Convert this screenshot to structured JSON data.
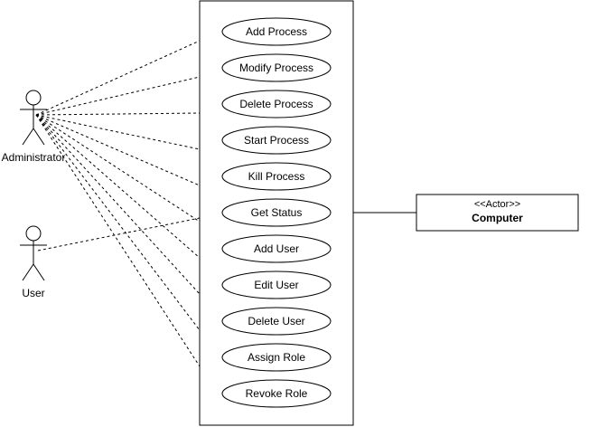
{
  "actors": [
    {
      "id": "administrator",
      "label": "Administrator"
    },
    {
      "id": "user",
      "label": "User"
    }
  ],
  "use_cases": [
    {
      "id": "add-process",
      "label": "Add Process"
    },
    {
      "id": "modify-process",
      "label": "Modify Process"
    },
    {
      "id": "delete-process",
      "label": "Delete Process"
    },
    {
      "id": "start-process",
      "label": "Start Process"
    },
    {
      "id": "kill-process",
      "label": "Kill Process"
    },
    {
      "id": "get-status",
      "label": "Get Status"
    },
    {
      "id": "add-user",
      "label": "Add User"
    },
    {
      "id": "edit-user",
      "label": "Edit User"
    },
    {
      "id": "delete-user",
      "label": "Delete User"
    },
    {
      "id": "assign-role",
      "label": "Assign Role"
    },
    {
      "id": "revoke-role",
      "label": "Revoke Role"
    }
  ],
  "external_system": {
    "stereotype": "<<Actor>>",
    "name": "Computer"
  },
  "associations": [
    {
      "from": "administrator",
      "to": "add-process",
      "style": "dashed"
    },
    {
      "from": "administrator",
      "to": "modify-process",
      "style": "dashed"
    },
    {
      "from": "administrator",
      "to": "delete-process",
      "style": "dashed"
    },
    {
      "from": "administrator",
      "to": "start-process",
      "style": "dashed"
    },
    {
      "from": "administrator",
      "to": "kill-process",
      "style": "dashed"
    },
    {
      "from": "administrator",
      "to": "get-status",
      "style": "dashed"
    },
    {
      "from": "administrator",
      "to": "add-user",
      "style": "dashed"
    },
    {
      "from": "administrator",
      "to": "edit-user",
      "style": "dashed"
    },
    {
      "from": "administrator",
      "to": "delete-user",
      "style": "dashed"
    },
    {
      "from": "administrator",
      "to": "assign-role",
      "style": "dashed"
    },
    {
      "from": "user",
      "to": "get-status",
      "style": "dashed"
    },
    {
      "from": "system-boundary",
      "to": "computer",
      "style": "solid"
    }
  ],
  "colors": {
    "line": "#000000",
    "background": "#ffffff"
  }
}
